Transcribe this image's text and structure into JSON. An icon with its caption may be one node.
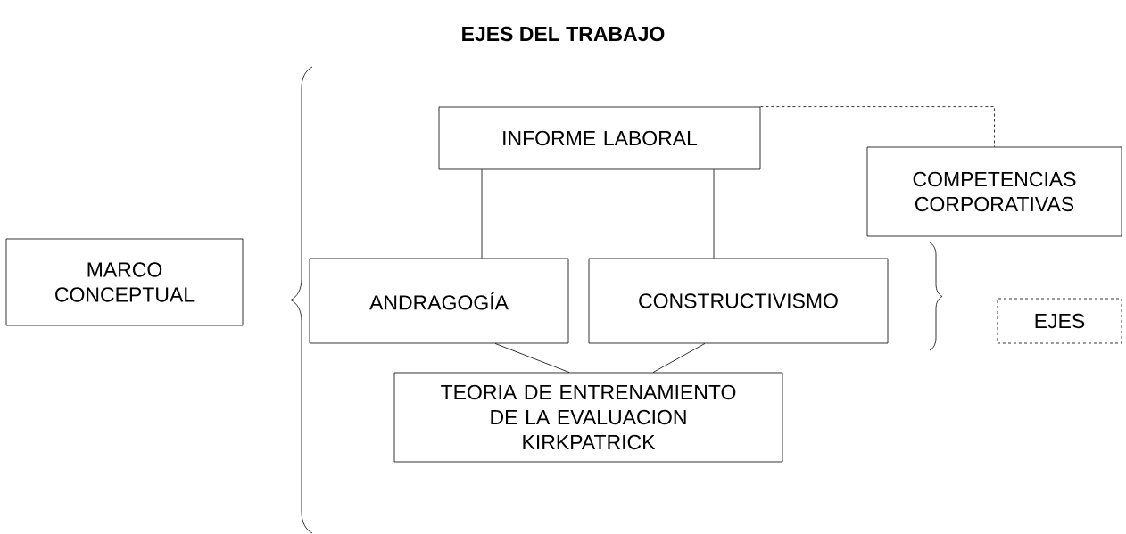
{
  "diagram": {
    "title": "EJES DEL TRABAJO",
    "nodes": [
      {
        "text": [
          "MARCO CONCEPTUAL"
        ]
      },
      {
        "text": [
          "INFORME LABORAL"
        ]
      },
      {
        "text": [
          "COMPETENCIAS CORPORATIVAS"
        ]
      },
      {
        "text": [
          "ANDRAGOGÍA"
        ]
      },
      {
        "text": [
          "CONSTRUCTIVISMO"
        ]
      },
      {
        "text": [
          "EJES"
        ]
      },
      {
        "text": [
          "TEORIA DE ENTRENAMIENTO DE LA EVALUACION KIRKPATRICK"
        ]
      }
    ],
    "edges": [
      {
        "from": 1,
        "to": 2,
        "arrow": "none",
        "style": "dashed"
      },
      {
        "from": 1,
        "to": 3,
        "arrow": "none"
      },
      {
        "from": 1,
        "to": 4,
        "arrow": "none"
      },
      {
        "from": 3,
        "to": 6,
        "arrow": "none"
      },
      {
        "from": 4,
        "to": 6,
        "arrow": "none"
      }
    ]
  }
}
